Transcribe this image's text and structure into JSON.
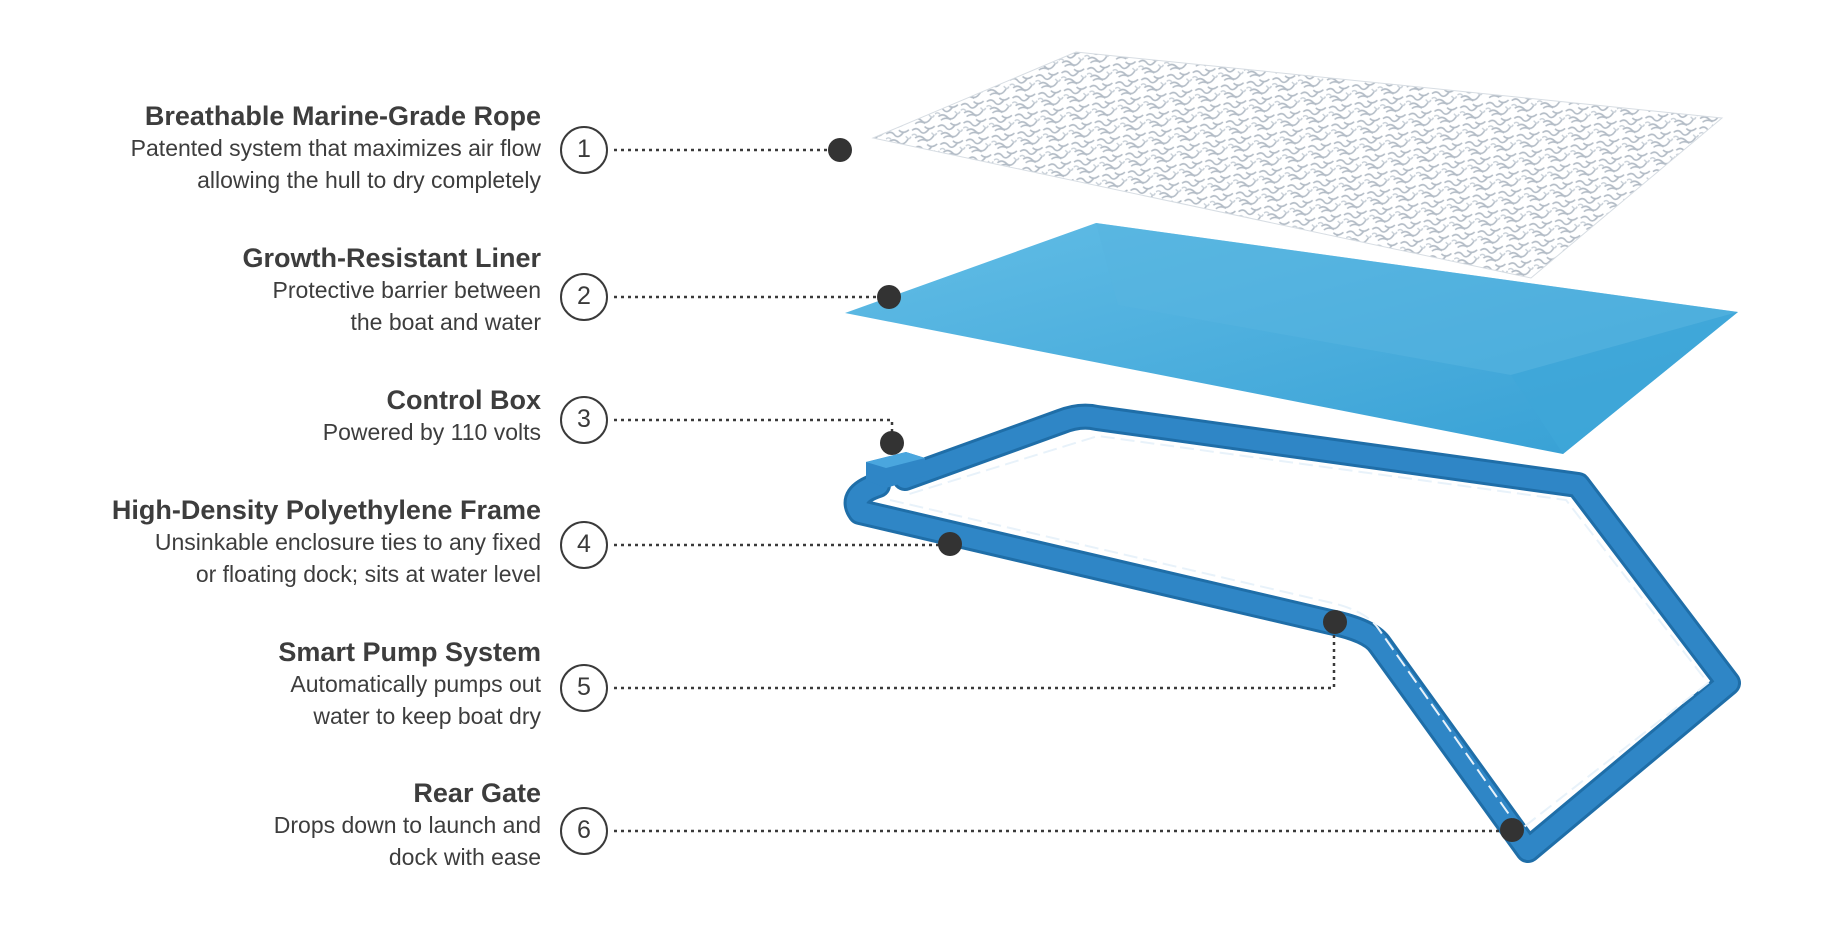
{
  "callouts": [
    {
      "number": "1",
      "title": "Breathable Marine-Grade Rope",
      "line1": "Patented system that maximizes air flow",
      "line2": "allowing the hull to dry completely"
    },
    {
      "number": "2",
      "title": "Growth-Resistant Liner",
      "line1": "Protective barrier between",
      "line2": "the boat and water"
    },
    {
      "number": "3",
      "title": "Control Box",
      "line1": "Powered by 110 volts",
      "line2": ""
    },
    {
      "number": "4",
      "title": "High-Density Polyethylene Frame",
      "line1": "Unsinkable enclosure ties to any fixed",
      "line2": "or floating dock; sits at water level"
    },
    {
      "number": "5",
      "title": "Smart Pump System",
      "line1": "Automatically pumps out",
      "line2": "water to keep boat dry"
    },
    {
      "number": "6",
      "title": "Rear Gate",
      "line1": "Drops down to launch and",
      "line2": "dock with ease"
    }
  ],
  "colors": {
    "text": "#3d3d3d",
    "leader": "#3a3a3a",
    "rope": "#b9c3cc",
    "liner_light": "#5ab8e2",
    "liner_dark": "#3aa3d6",
    "frame": "#2f86c6",
    "frame_dark": "#1f6ea8"
  }
}
